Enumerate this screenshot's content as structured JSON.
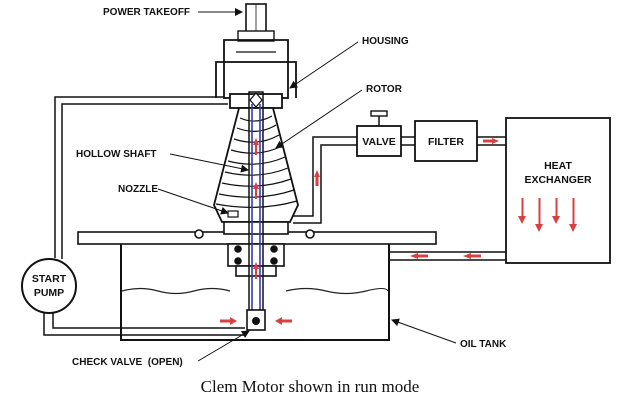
{
  "labels": {
    "power_takeoff": "POWER TAKEOFF",
    "housing": "HOUSING",
    "rotor": "ROTOR",
    "hollow_shaft": "HOLLOW SHAFT",
    "nozzle": "NOZZLE",
    "check_valve": "CHECK VALVE  (OPEN)",
    "oil_tank": "OIL TANK",
    "start_pump_line1": "START",
    "start_pump_line2": "PUMP",
    "valve": "VALVE",
    "filter": "FILTER",
    "heat_exchanger_line1": "HEAT",
    "heat_exchanger_line2": "EXCHANGER"
  },
  "caption": "Clem Motor shown in run mode",
  "colors": {
    "line": "#111111",
    "flow_arrow": "#d94040",
    "shaft_flow": "#3a3aa8",
    "oil_surface": "#222222"
  }
}
